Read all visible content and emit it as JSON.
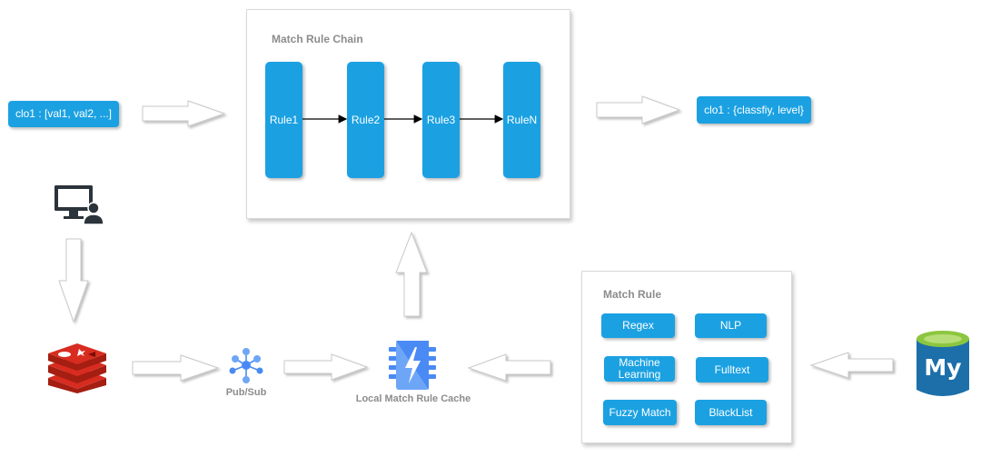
{
  "input_label": "clo1 : [val1, val2, ...]",
  "output_label": "clo1 : {classfiy, level}",
  "chain": {
    "title": "Match Rule Chain",
    "rules": [
      "Rule1",
      "Rule2",
      "Rule3",
      "RuleN"
    ]
  },
  "match_rule": {
    "title": "Match Rule",
    "items": [
      "Regex",
      "NLP",
      "Machine Learning",
      "Fulltext",
      "Fuzzy Match",
      "BlackList"
    ]
  },
  "pubsub_label": "Pub/Sub",
  "cache_label": "Local Match Rule Cache",
  "icons": {
    "admin": "admin-computer-user-icon",
    "redis": "redis-icon",
    "pubsub": "pubsub-icon",
    "cache": "cache-chip-bolt-icon",
    "mysql": "mysql-database-icon"
  },
  "colors": {
    "pill": "#1ba1e2",
    "panel_title": "#8c8c8c",
    "redis": "#d82c20",
    "mysql_body": "#1c6fa9",
    "mysql_top": "#8cc63f",
    "pubsub": "#4a8af4",
    "cache": "#4a8af4"
  }
}
